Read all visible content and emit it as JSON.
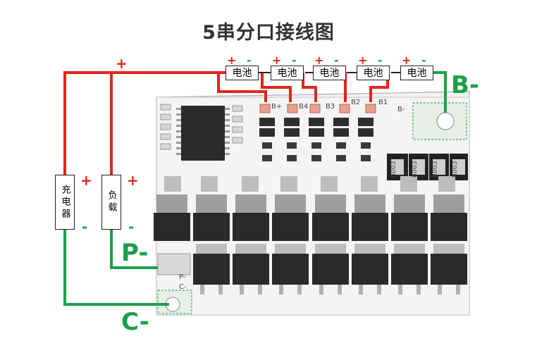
{
  "title": "5串分口接线图",
  "battery_label": "电池",
  "charger_label": "充电器",
  "load_label": "负载",
  "plus": "+",
  "minus": "-",
  "terminals": {
    "b_minus": "B-",
    "p_minus": "P-",
    "c_minus": "C-"
  },
  "pcb_labels": {
    "b_plus": "B+",
    "b4": "B4",
    "b3": "B3",
    "b2": "B2",
    "b1": "B1",
    "b_minus": "B-",
    "p_minus": "P-",
    "c_minus": "C-"
  },
  "resistor_code": "R003",
  "colors": {
    "positive_wire": "#e1261c",
    "negative_wire": "#1aa04a",
    "pcb": "#f4f4f4"
  }
}
